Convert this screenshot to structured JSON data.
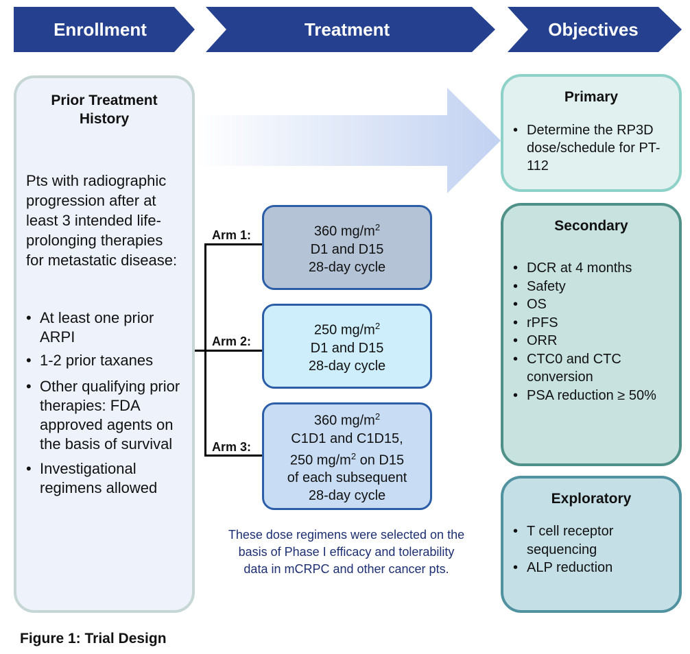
{
  "header": {
    "enrollment": "Enrollment",
    "treatment": "Treatment",
    "objectives": "Objectives"
  },
  "enrollment": {
    "title_line1": "Prior Treatment",
    "title_line2": "History",
    "description": "Pts with radiographic progression after at least 3 intended life-prolonging therapies for metastatic disease:",
    "bullets": [
      "At least one prior ARPI",
      "1-2 prior taxanes",
      "Other qualifying prior therapies: FDA approved agents on the basis of survival",
      "Investigational regimens allowed"
    ]
  },
  "arms": [
    {
      "label": "Arm 1:",
      "line1_text": "360 mg/m",
      "line1_sup": "2",
      "line2": "D1 and D15",
      "line3": "28-day cycle"
    },
    {
      "label": "Arm 2:",
      "line1_text": "250 mg/m",
      "line1_sup": "2",
      "line2": "D1 and D15",
      "line3": "28-day cycle"
    },
    {
      "label": "Arm 3:",
      "line1_text": "360 mg/m",
      "line1_sup": "2",
      "line2": "C1D1 and C1D15,",
      "line3_pre": "250 mg/m",
      "line3_sup": "2",
      "line3_post": " on D15",
      "line4": "of each subsequent",
      "line5": "28-day cycle"
    }
  ],
  "note": {
    "line1": "These dose regimens were selected on the",
    "line2": "basis of Phase I efficacy and tolerability",
    "line3": "data in mCRPC and other cancer pts."
  },
  "objectives": {
    "primary": {
      "title": "Primary",
      "bullets": [
        "Determine the RP3D dose/schedule for PT-112"
      ]
    },
    "secondary": {
      "title": "Secondary",
      "bullets": [
        "DCR at 4 months",
        "Safety",
        "OS",
        "rPFS",
        "ORR",
        "CTC0 and CTC conversion",
        "PSA reduction ≥ 50%"
      ]
    },
    "exploratory": {
      "title": "Exploratory",
      "bullets": [
        "T cell receptor sequencing",
        "ALP reduction"
      ]
    }
  },
  "caption": "Figure 1: Trial Design",
  "colors": {
    "header_fill": "#24408e",
    "enrollment_fill": "#eef2fa",
    "enrollment_border": "#c5d6d4",
    "arm1_fill": "#b4c3d6",
    "arm2_fill": "#cdeefa",
    "arm3_fill": "#c8dcf4",
    "arm_border": "#2b5ea7",
    "primary_fill": "#e1f1ef",
    "primary_border": "#8ed1c8",
    "secondary_fill": "#c7e2df",
    "secondary_border": "#4f9188",
    "exploratory_fill": "#c4dfe6",
    "exploratory_border": "#5092a0",
    "note_text": "#1d2f72",
    "arrow_gradient_end": "#c1d1f1"
  }
}
